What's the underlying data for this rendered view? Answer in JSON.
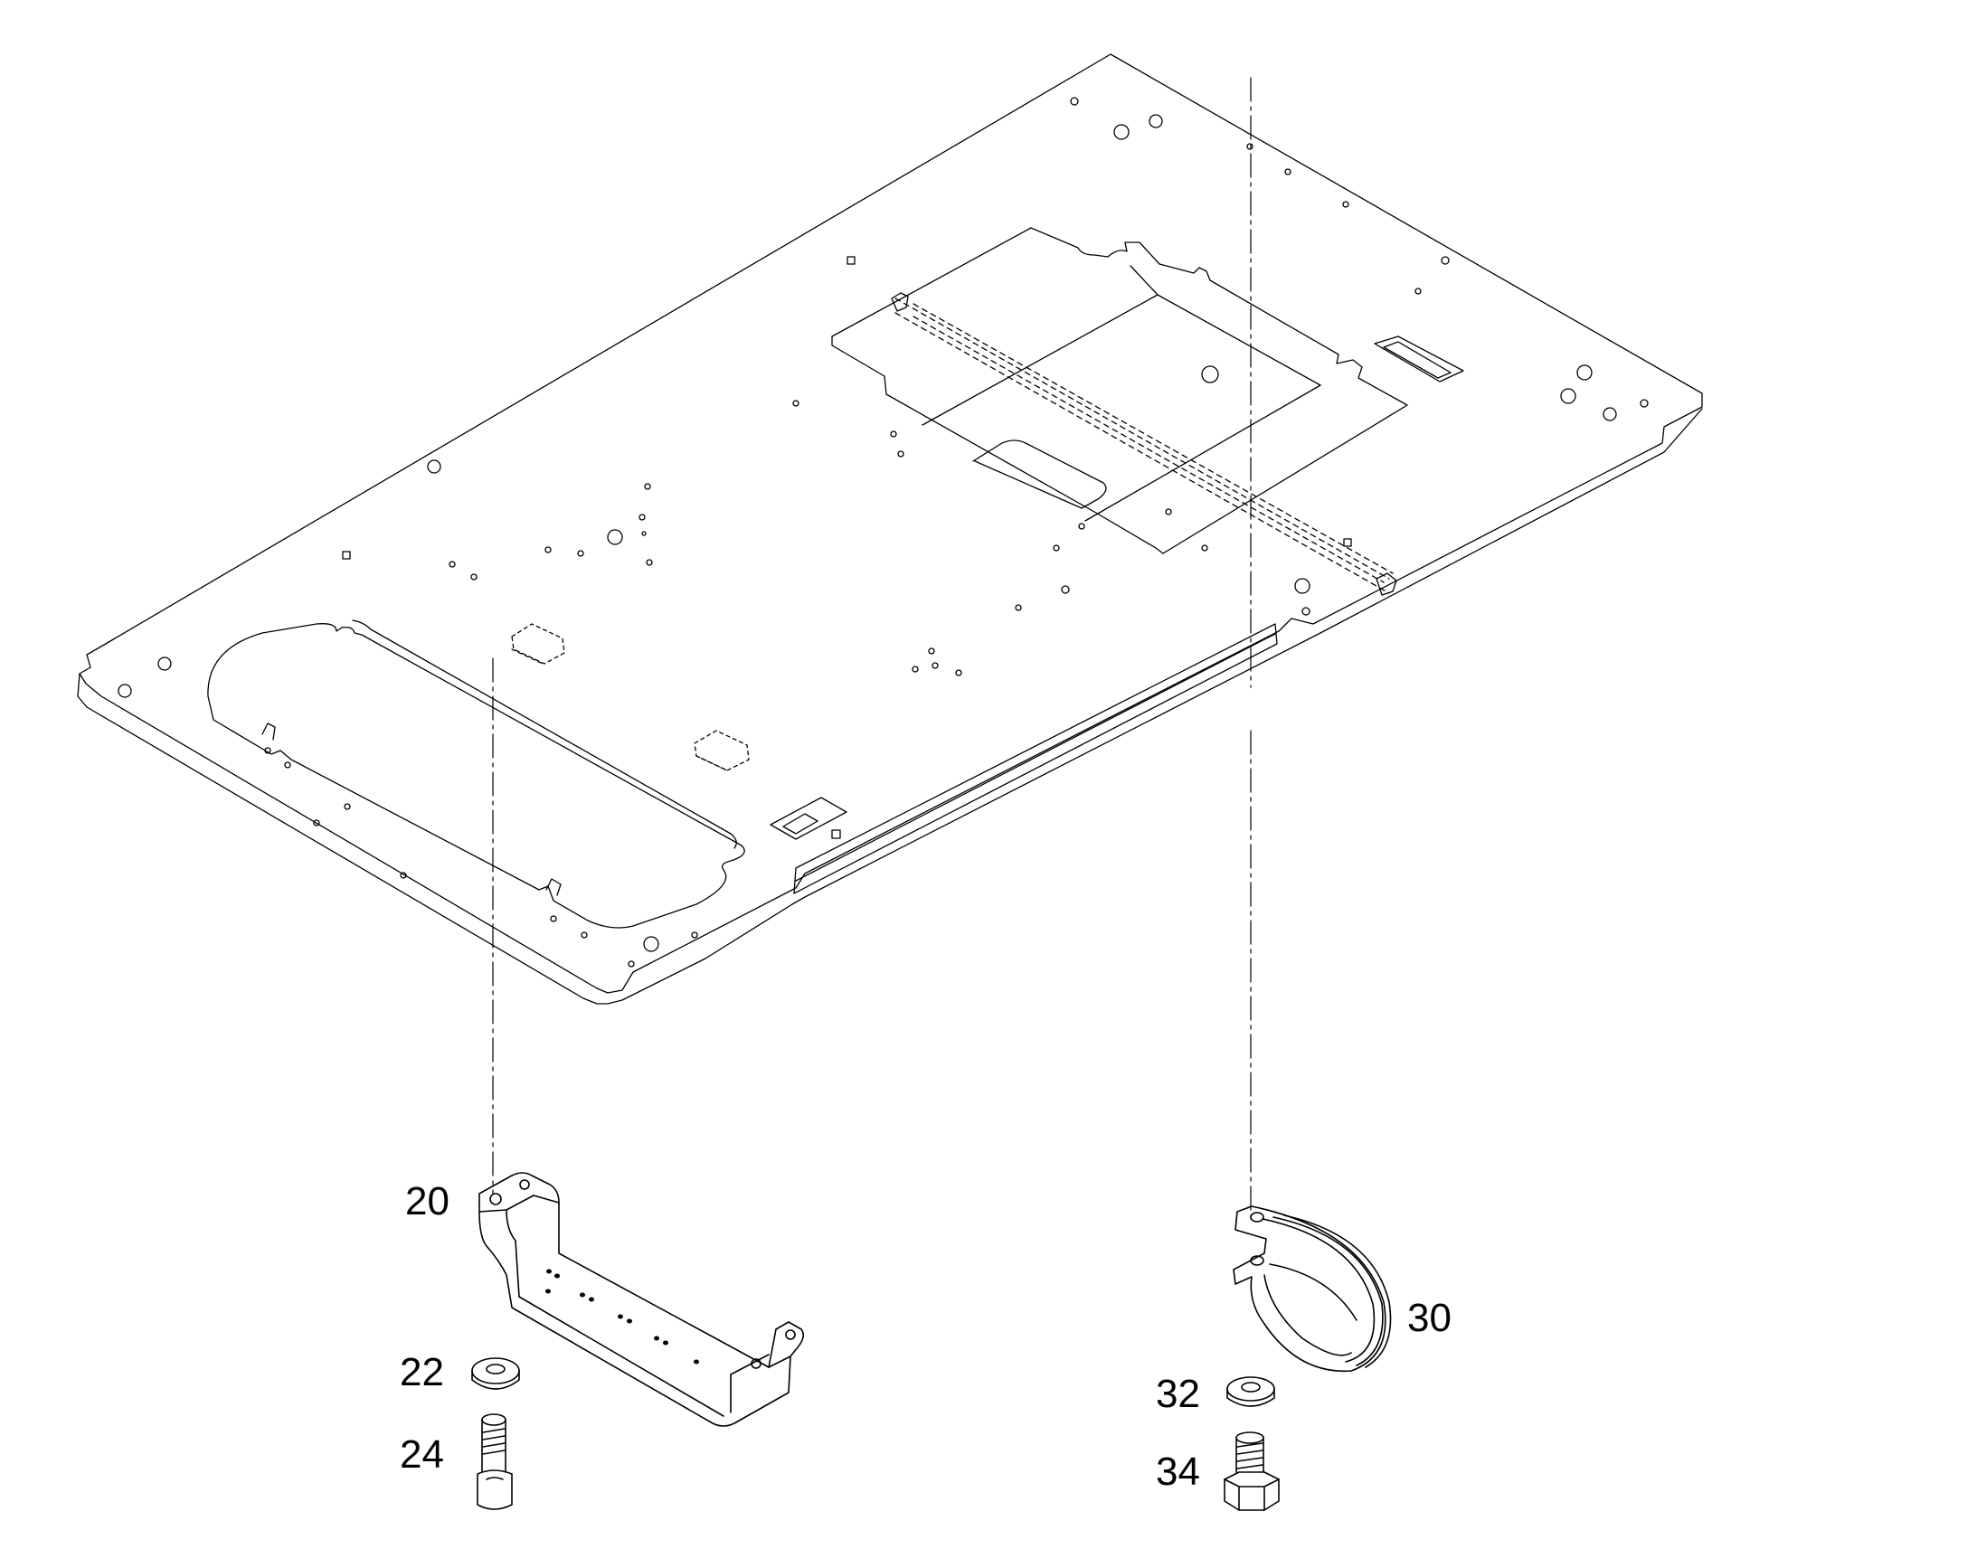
{
  "callouts": {
    "c20": "20",
    "c22": "22",
    "c24": "24",
    "c30": "30",
    "c32": "32",
    "c34": "34"
  },
  "colors": {
    "line": "#000000",
    "background": "#ffffff"
  }
}
